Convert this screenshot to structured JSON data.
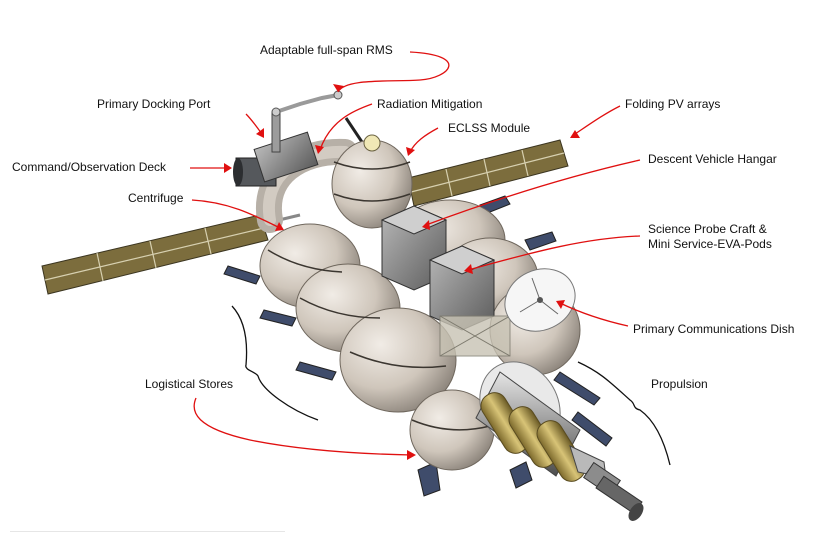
{
  "labels": {
    "rms": "Adaptable full-span RMS",
    "docking": "Primary Docking Port",
    "radiation": "Radiation Mitigation",
    "folding_pv": "Folding PV arrays",
    "eclss": "ECLSS Module",
    "command": "Command/Observation Deck",
    "descent": "Descent Vehicle Hangar",
    "centrifuge": "Centrifuge",
    "science_line1": "Science Probe Craft &",
    "science_line2": "Mini Service-EVA-Pods",
    "comm_dish": "Primary Communications Dish",
    "propulsion": "Propulsion",
    "logistical": "Logistical Stores"
  },
  "colors": {
    "annotation": "#e01010",
    "bracket": "#111111",
    "module": "#d9d2c8",
    "solar_panel": "#8a7a4a",
    "tank": "#c2a95a"
  }
}
